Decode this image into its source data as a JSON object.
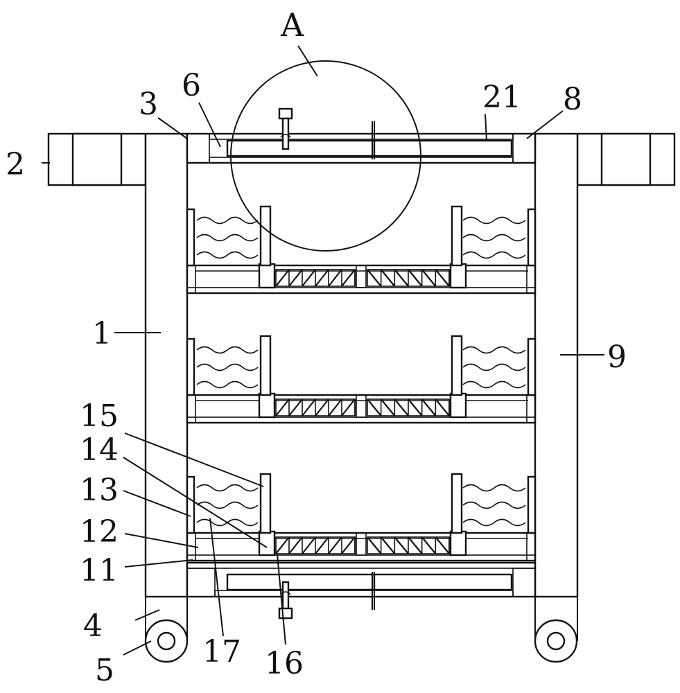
{
  "figure": {
    "detail_label": "A",
    "labels": {
      "n1": "1",
      "n2": "2",
      "n3": "3",
      "n4": "4",
      "n5": "5",
      "n6": "6",
      "n8": "8",
      "n9": "9",
      "n11": "11",
      "n12": "12",
      "n13": "13",
      "n14": "14",
      "n15": "15",
      "n16": "16",
      "n17": "17",
      "n21": "21"
    }
  }
}
